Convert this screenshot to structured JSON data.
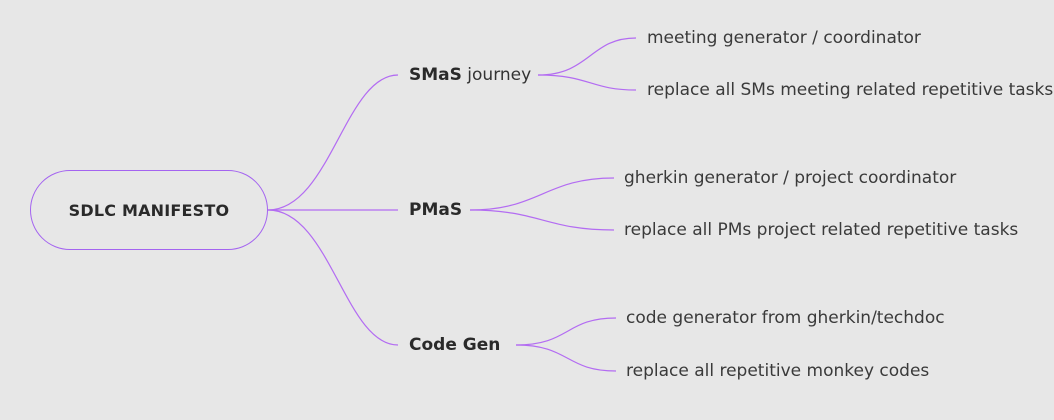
{
  "root": {
    "label": "SDLC MANIFESTO"
  },
  "branches": [
    {
      "bold": "SMaS",
      "rest": " journey",
      "leaves": [
        "meeting generator / coordinator",
        "replace all SMs meeting related repetitive tasks"
      ]
    },
    {
      "bold": "PMaS",
      "rest": "",
      "leaves": [
        "gherkin generator / project coordinator",
        "replace all PMs project related repetitive tasks"
      ]
    },
    {
      "bold": "Code Gen",
      "rest": "",
      "leaves": [
        "code generator from gherkin/techdoc",
        "replace all repetitive monkey codes"
      ]
    }
  ],
  "colors": {
    "line": "#b36cf2",
    "background": "#e7e7e7"
  }
}
